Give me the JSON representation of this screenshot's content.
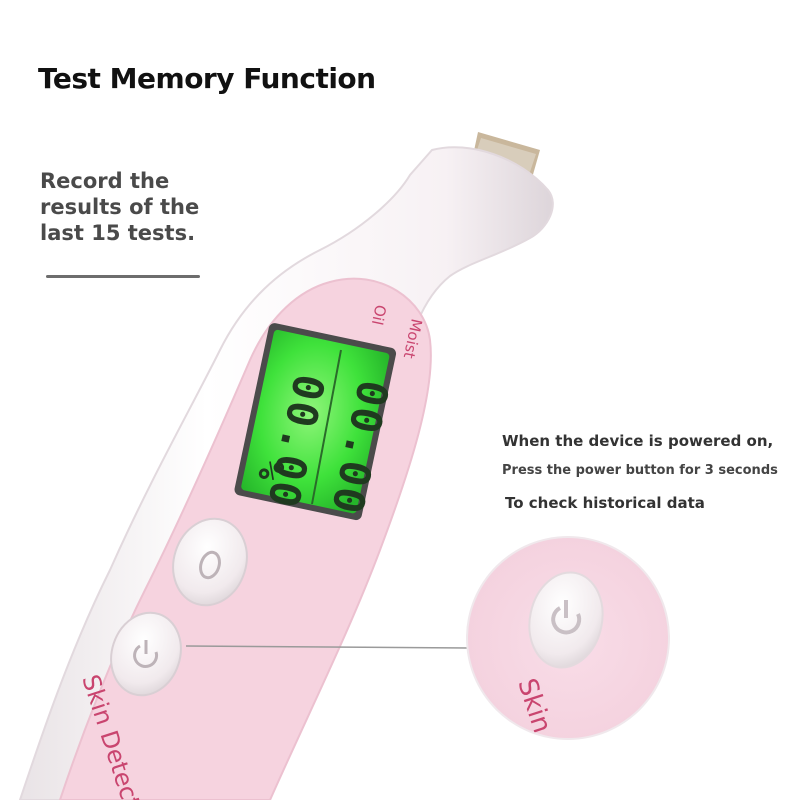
{
  "heading": {
    "title": "Test Memory Function",
    "subtitle": "Record the results of the last 15 tests."
  },
  "instructions": {
    "line1": "When the device is powered on,",
    "line2": "Press the power button for 3 seconds",
    "line3": "To check historical data"
  },
  "device": {
    "label_moist": "Moist",
    "label_oil": "Oil",
    "display_top": "00.00",
    "display_bottom": "00.00",
    "display_unit": "%",
    "brand_text": "Skin Detector",
    "zoom_brand_text": "Skin",
    "colors": {
      "body": "#fbf5f7",
      "panel": "#f6d3df",
      "lcd": "#3fe23b",
      "accent_text": "#c9456f"
    }
  },
  "buttons": {
    "mode_icon": "o-ring-icon",
    "power_icon": "power-icon"
  }
}
